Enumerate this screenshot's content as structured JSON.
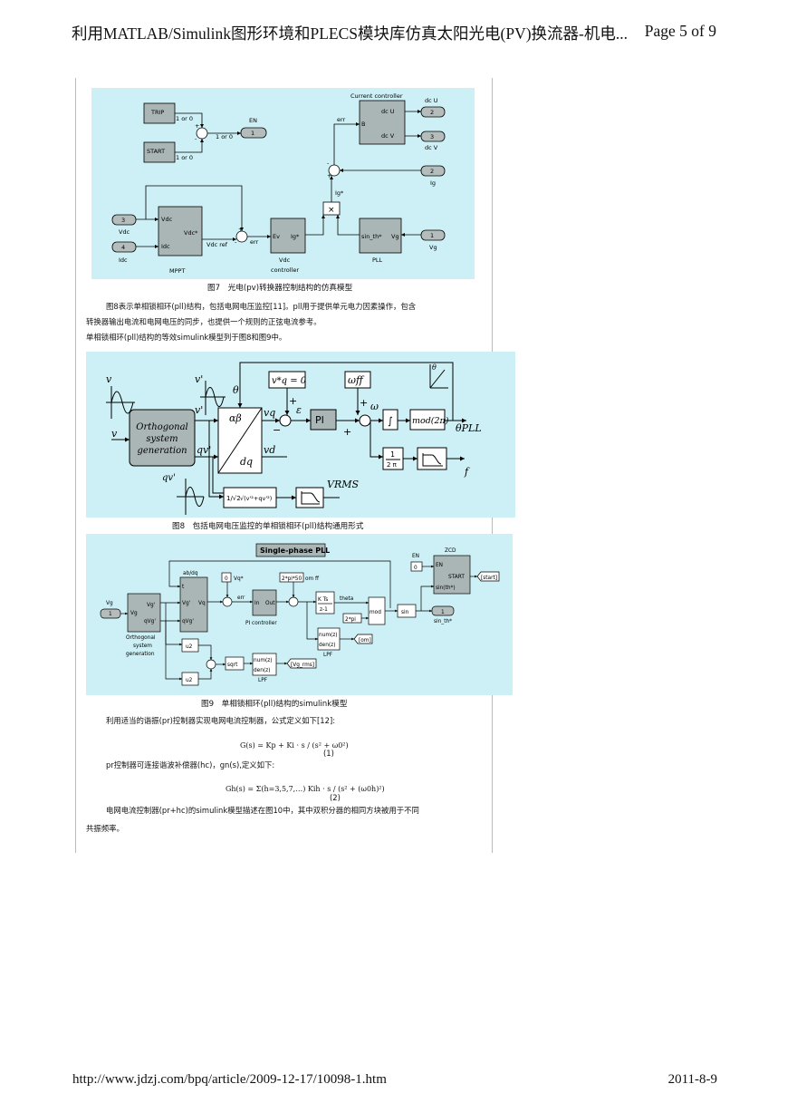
{
  "header": {
    "title": "利用MATLAB/Simulink图形环境和PLECS模块库仿真太阳光电(PV)换流器-机电...",
    "page": "Page 5 of 9"
  },
  "footer": {
    "url": "http://www.jdzj.com/bpq/article/2009-12-17/10098-1.htm",
    "date": "2011-8-9"
  },
  "fig7": {
    "caption": "图7　光电(pv)转换器控制结构的仿真模型",
    "trip": "TRIP",
    "start": "START",
    "one_or_zero": "1 or 0",
    "en": "EN",
    "one": "1",
    "two": "2",
    "three": "3",
    "four": "4",
    "plus": "+",
    "minus": "-",
    "current_controller": "Current controller",
    "err": "err",
    "b": "B",
    "dc_u": "dc U",
    "dc_v": "dc V",
    "ig": "Ig",
    "ig_star": "Ig*",
    "vdc": "Vdc",
    "idc": "Idc",
    "vdc_star": "Vdc*",
    "vdc_ref": "Vdc ref",
    "mppt": "MPPT",
    "ev": "Ev",
    "vdc_controller_1": "Vdc",
    "vdc_controller_2": "controller",
    "times": "×",
    "sin_th": "sin_th*",
    "vg": "Vg",
    "pll": "PLL"
  },
  "text1": [
    "图8表示单相锁相环(pll)结构，包括电网电压监控[11]。pll用于提供单元电力因素操作，包含",
    "转换器输出电流和电网电压的同步，也提供一个规则的正弦电流参考。",
    "单相锁相环(pll)结构的等效simulink模型列于图8和图9中。"
  ],
  "fig8": {
    "caption": "图8　包括电网电压监控的单相锁相环(pll)结构通用形式",
    "v": "v",
    "v_prime": "v'",
    "qv_prime": "qv'",
    "theta": "θ",
    "orth_1": "Orthogonal",
    "orth_2": "system",
    "orth_3": "generation",
    "alpha_beta": "αβ",
    "dq": "dq",
    "vq": "vq",
    "vd": "vd",
    "vq_star": "v*q = 0",
    "epsilon": "ε",
    "pi": "PI",
    "omega_ff": "ωff",
    "omega": "ω",
    "integral": "∫",
    "mod": "mod(2π)",
    "theta_pll": "θPLL",
    "one": "1",
    "two_pi": "2 π",
    "f": "f",
    "rms_frac": "1/√2",
    "rms_sqrt": "√(v'²+qv'²)",
    "vrms": "VRMS",
    "plus": "+",
    "minus": "−"
  },
  "fig9": {
    "caption": "图9　单相锁相环(pll)结构的simulink模型",
    "title": "Single-phase PLL",
    "vg": "Vg",
    "one": "1",
    "vg_port": "Vg",
    "orth_1": "Orthogonal",
    "orth_2": "system",
    "orth_3": "generation",
    "vg_p": "Vg'",
    "qvg_p": "qVg'",
    "abdq": "ab/dq",
    "t": "t",
    "vq": "Vq",
    "zero": "0",
    "vq_star": "Vq*",
    "err": "err",
    "in": "In",
    "out": "Out",
    "pi_controller": "PI controller",
    "omega_ff_val": "2*pi*50",
    "omega_ff_lbl": "om ff",
    "kts": "K Ts",
    "z1": "z-1",
    "theta": "theta",
    "two_pi": "2*pi",
    "mod": "mod",
    "sin": "sin",
    "sin_th": "sin_th*",
    "num": "num(z)",
    "den": "den(z)",
    "lpf": "LPF",
    "om": "[om]",
    "u2": "u2",
    "sqrt": "sqrt",
    "vg_rms": "[Vg_rms]",
    "en": "EN",
    "zcd": "ZCD",
    "start": "START",
    "sin_th_in": "sin(th*)",
    "start_tag": "[start]"
  },
  "text2": {
    "p1": "利用适当的谐振(pr)控制器实现电网电流控制器，公式定义如下[12]:",
    "eq1": "G(s) = Kp + Ki · s / (s² + ω0²)",
    "eq1_num": "(1)",
    "p2": "pr控制器可连接谐波补偿器(hc)，gn(s),定义如下:",
    "eq2": "Gh(s) = Σ(h=3,5,7,…) Kih · s / (s² + (ω0h)²)",
    "eq2_num": "(2)",
    "p3a": "电网电流控制器(pr+hc)的simulink模型描述在图10中，其中双积分器的相同方块被用于不同",
    "p3b": "共振频率。"
  },
  "colors": {
    "panel": "#ccf0f5",
    "block": "#aab5b5",
    "port": "#b5bcbc"
  }
}
